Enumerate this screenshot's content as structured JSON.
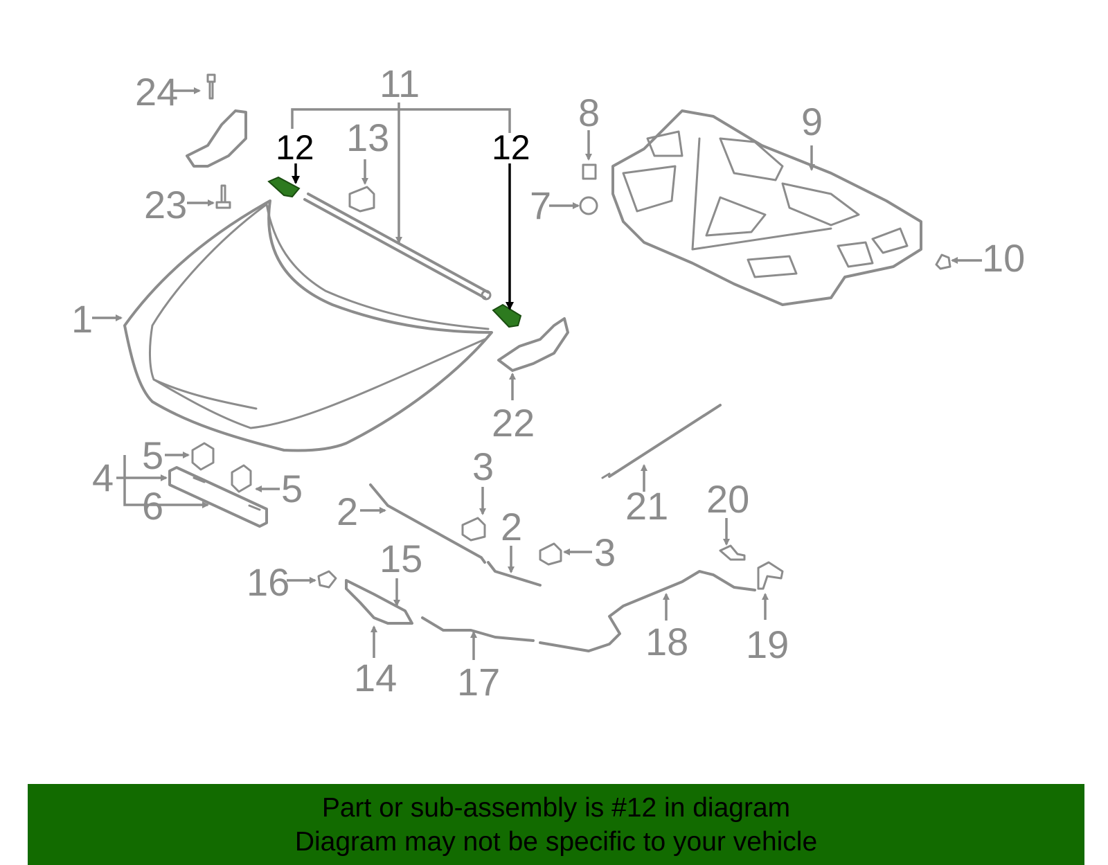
{
  "diagram": {
    "labels": {
      "n1": "1",
      "n2a": "2",
      "n2b": "2",
      "n3a": "3",
      "n3b": "3",
      "n4": "4",
      "n5a": "5",
      "n5b": "5",
      "n6": "6",
      "n7": "7",
      "n8": "8",
      "n9": "9",
      "n10": "10",
      "n11": "11",
      "n12a": "12",
      "n12b": "12",
      "n13": "13",
      "n14": "14",
      "n15": "15",
      "n16": "16",
      "n17": "17",
      "n18": "18",
      "n19": "19",
      "n20": "20",
      "n21": "21",
      "n22": "22",
      "n23": "23",
      "n24": "24"
    },
    "highlight_part": "12",
    "colors": {
      "part_stroke": "#8c8c8c",
      "highlight_fill": "#2d7a1f",
      "highlight_label": "#000000",
      "banner_bg": "#126b00"
    }
  },
  "banner": {
    "line1": "Part or sub-assembly is #12 in diagram",
    "line2": "Diagram may not be specific to your vehicle"
  }
}
